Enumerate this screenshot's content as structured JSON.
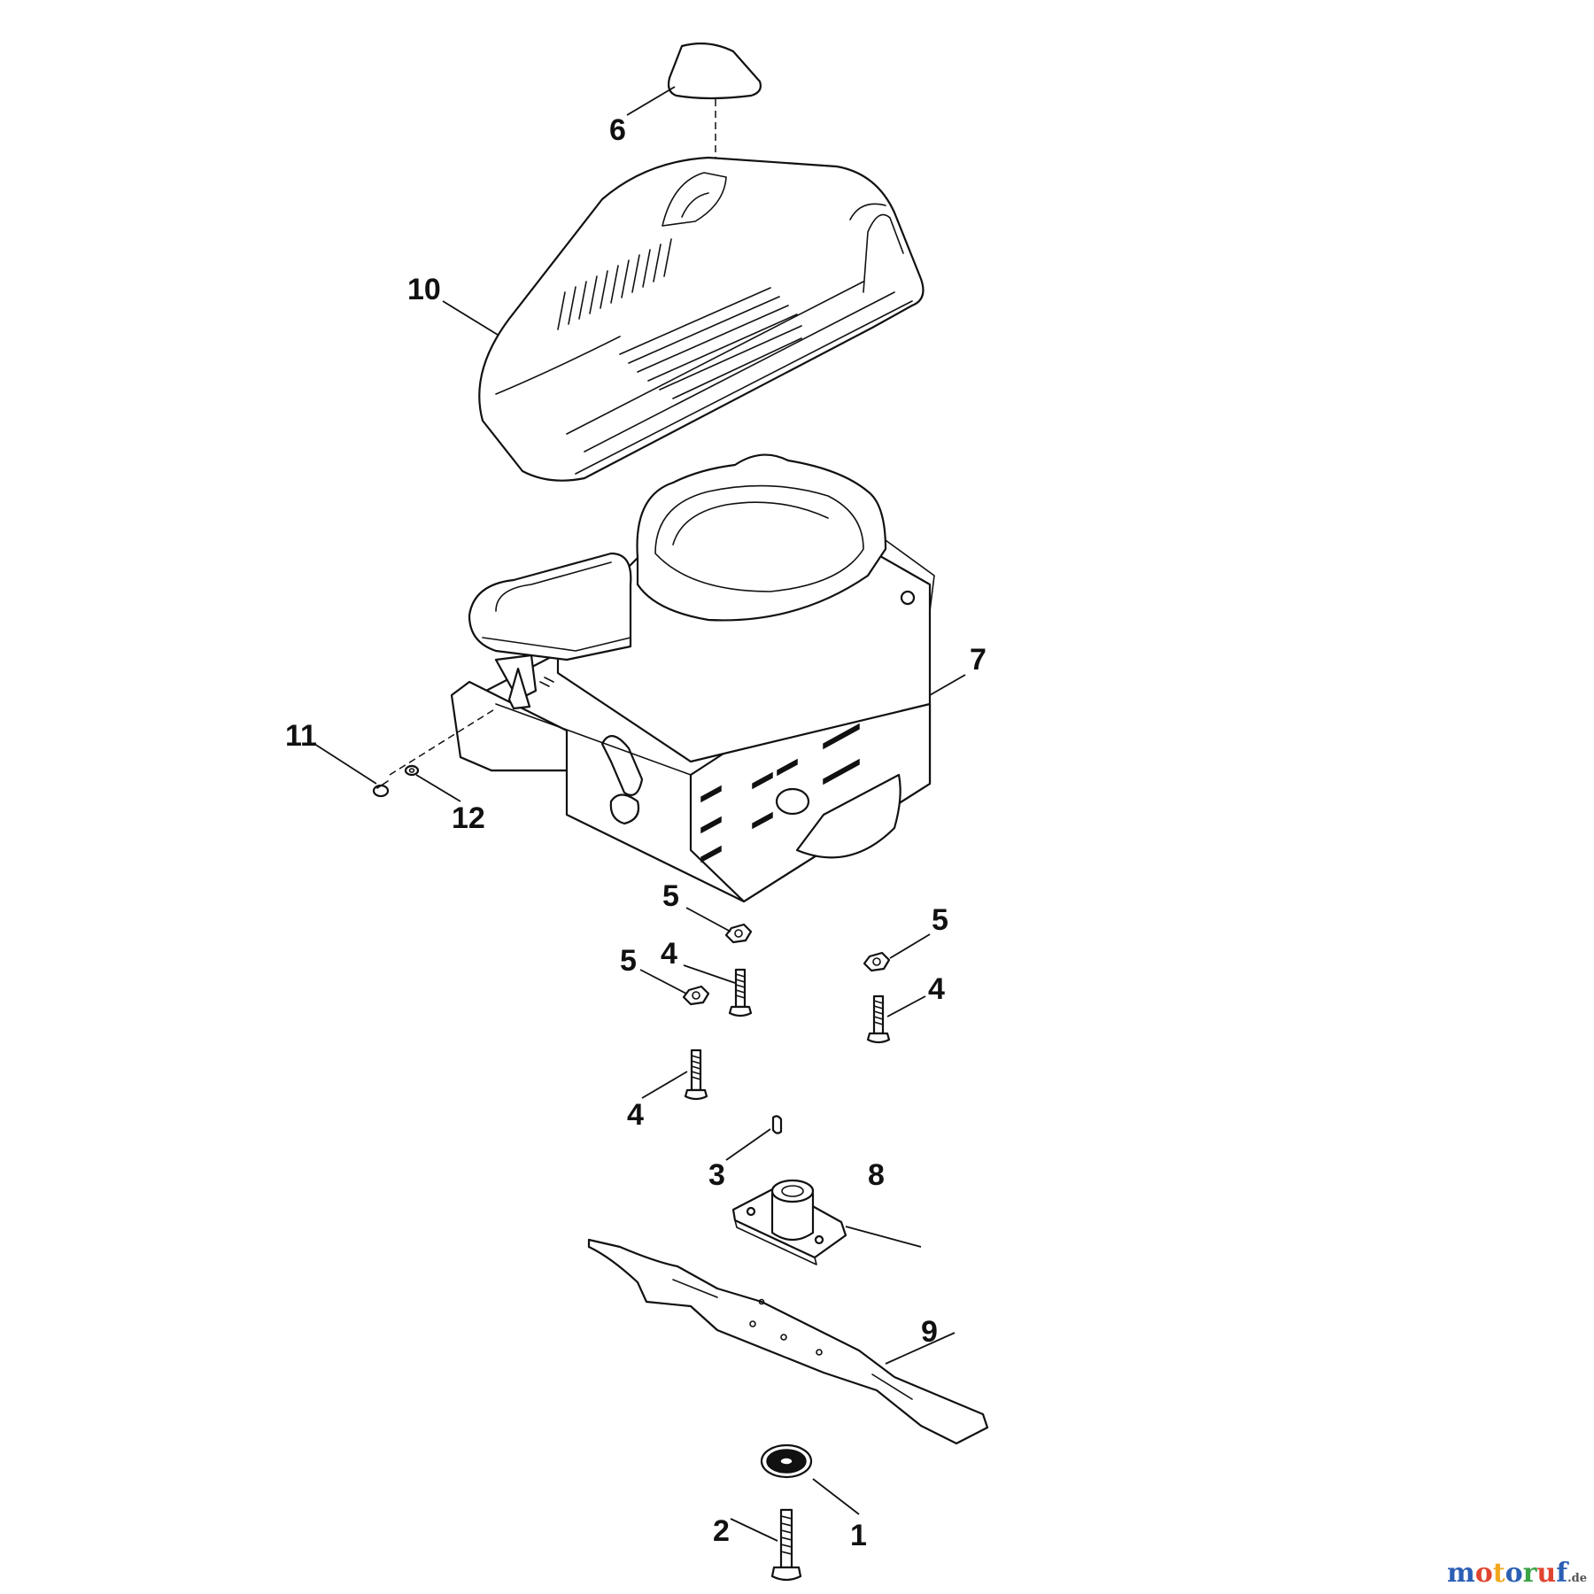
{
  "callouts": {
    "c1": "1",
    "c2": "2",
    "c3": "3",
    "c4a": "4",
    "c4b": "4",
    "c4c": "4",
    "c5a": "5",
    "c5b": "5",
    "c5c": "5",
    "c6": "6",
    "c7": "7",
    "c8": "8",
    "c9": "9",
    "c10": "10",
    "c11": "11",
    "c12": "12"
  },
  "watermark": {
    "letters": [
      "m",
      "o",
      "t",
      "o",
      "r",
      "u",
      "f"
    ],
    "colors": [
      "#2b5fb4",
      "#e0442f",
      "#f2a81d",
      "#2b5fb4",
      "#3aa345",
      "#e0442f",
      "#2b5fb4"
    ],
    "tld": ".de"
  },
  "line_color": "#111111"
}
